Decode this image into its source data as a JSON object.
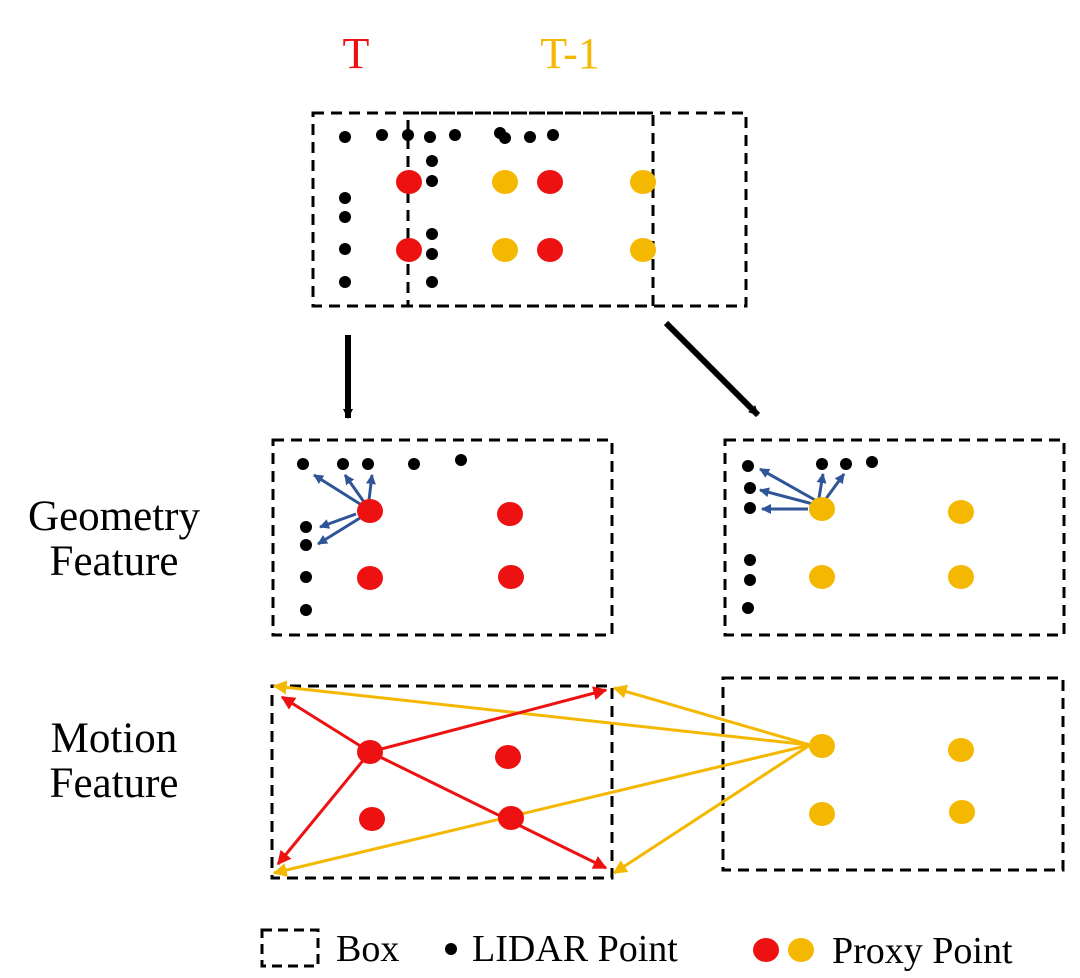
{
  "header": {
    "current_frame": "T",
    "previous_frame": "T-1"
  },
  "row_labels": {
    "geometry": [
      "Geometry",
      "Feature"
    ],
    "motion": [
      "Motion",
      "Feature"
    ]
  },
  "legend": {
    "box": "Box",
    "lidar": "LIDAR Point",
    "proxy": "Proxy Point"
  },
  "colors": {
    "current": "#ee1111",
    "previous": "#f5b800",
    "lidar": "#000000",
    "geometry_arrow": "#2f5597",
    "text": "#000000"
  }
}
